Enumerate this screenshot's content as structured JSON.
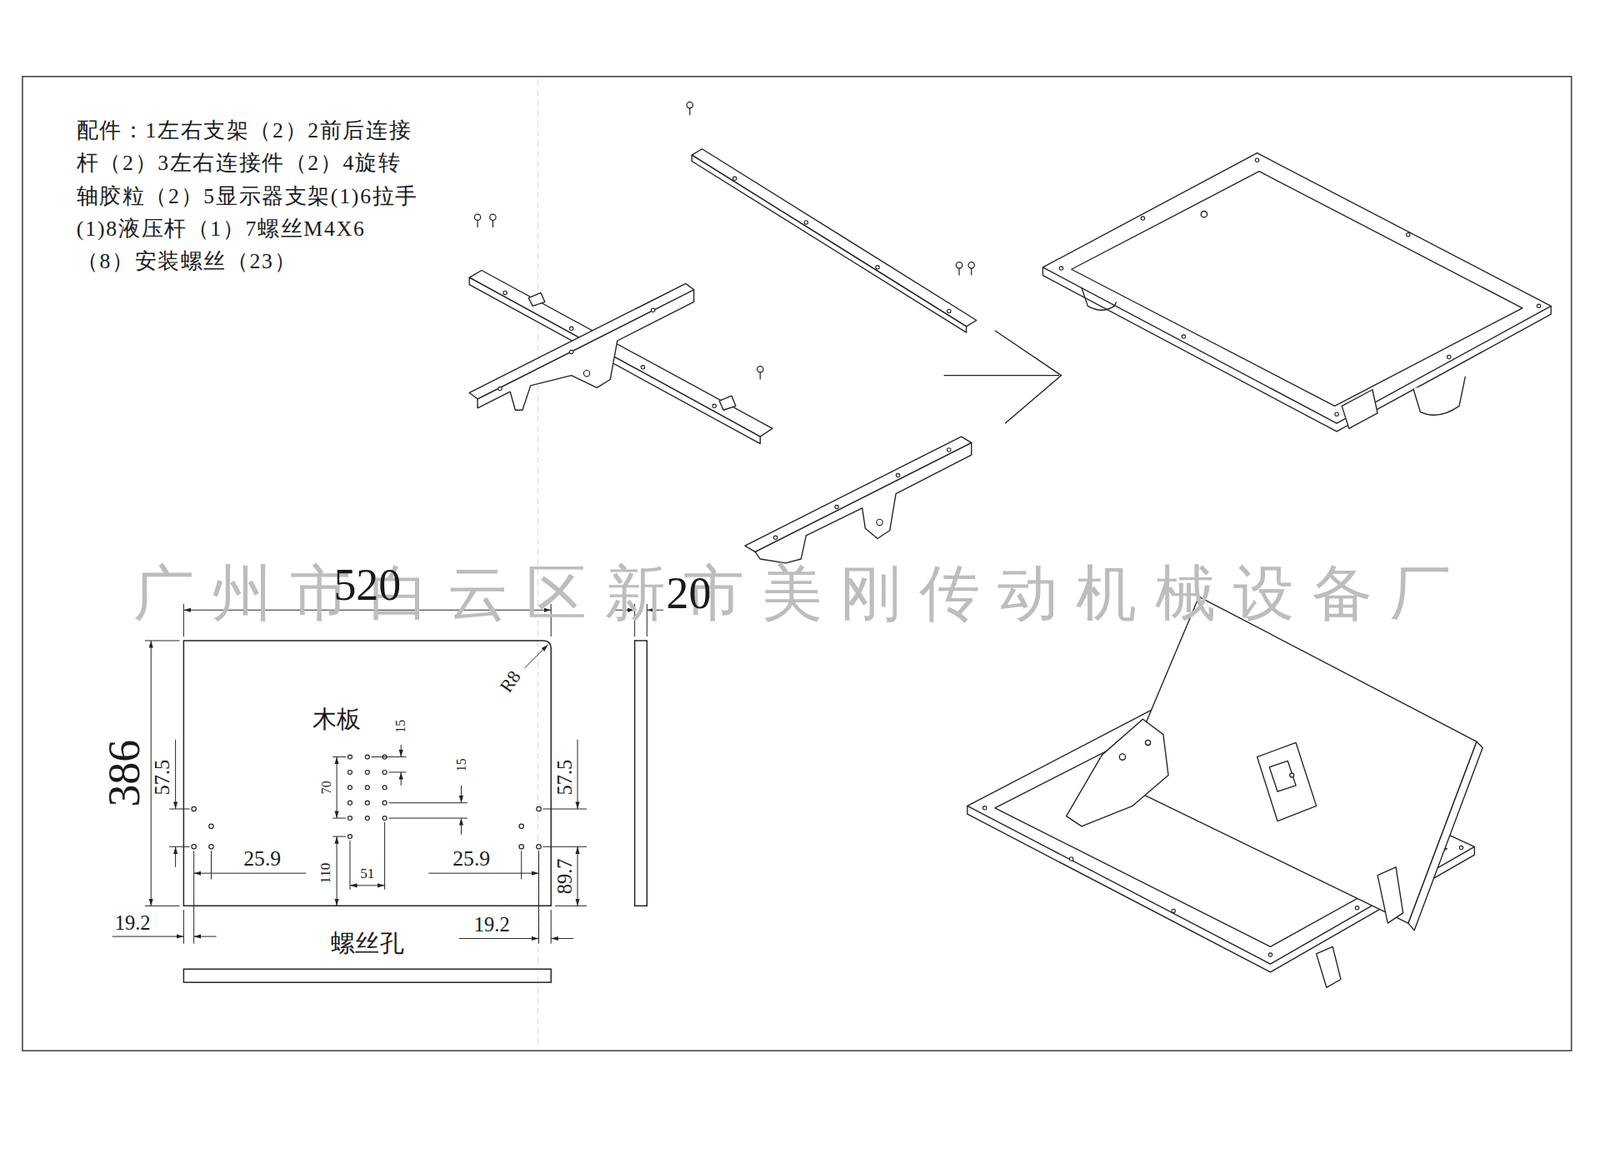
{
  "diagram": {
    "labels": [
      "配件：1左右支架（2）2前后连接杆（2）3左右连接件（2）4旋转轴胶粒（2）5显示器支架(1)6拉手(1)8液压杆（1）7螺丝M4X6（8）安装螺丝（23）",
      "广州市白云区新市美刚传动机械设备厂",
      "520",
      "20",
      "R8",
      "386",
      "木板",
      "15",
      "70",
      "15",
      "57.5",
      "57.5",
      "25.9",
      "25.9",
      "110",
      "51",
      "89.7",
      "19.2",
      "19.2",
      "螺丝孔"
    ]
  }
}
